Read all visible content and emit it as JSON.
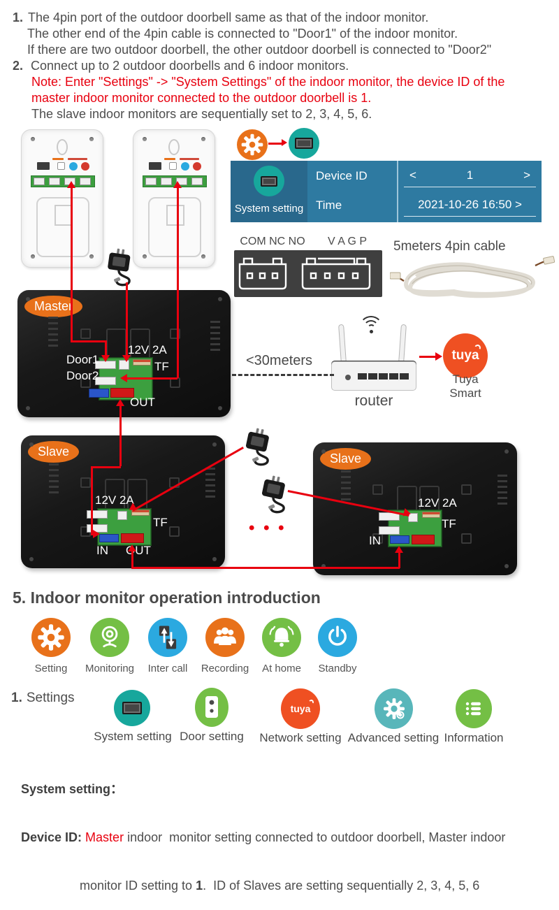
{
  "colors": {
    "red": "#e8000f",
    "orange": "#e8711a",
    "green": "#74bf45",
    "blue": "#2ba9e0",
    "teal": "#17a79c",
    "teal-light": "#58b6ba",
    "tuya-orange": "#ef5022",
    "panel-left": "#29688c",
    "panel-right": "#2e7aa1",
    "text-dark": "#4d4d4d",
    "pcb-green": "#3c9f3f"
  },
  "instructions": {
    "lines": [
      {
        "prefix": "1.",
        "text": "The 4pin port of the outdoor doorbell same as that of the indoor monitor."
      },
      {
        "prefix": "",
        "text": "The other end of the 4pin cable is connected to \"Door1\" of the indoor monitor."
      },
      {
        "prefix": "",
        "text": "If there are two outdoor doorbell, the other outdoor doorbell is connected to \"Door2\""
      },
      {
        "prefix": "2.",
        "text": "Connect up to 2 outdoor doorbells and 6 indoor monitors."
      },
      {
        "prefix": "",
        "text": "Note: Enter \"Settings\" -> \"System Settings\" of the indoor monitor, the device ID of the",
        "red": true
      },
      {
        "prefix": "",
        "text": "master indoor monitor connected to the outdoor doorbell is 1.",
        "red": true
      },
      {
        "prefix": "",
        "text": "The slave indoor monitors are sequentially set to 2, 3, 4, 5, 6."
      }
    ]
  },
  "figure": {
    "master_badge": "Master",
    "slave_badge": "Slave",
    "labels": {
      "door1": "Door1",
      "door2": "Door2",
      "power": "12V 2A",
      "tf": "TF",
      "out": "OUT",
      "in": "IN"
    },
    "distance_label": "<30meters",
    "router_label": "router",
    "tuya_logo": "tuya",
    "tuya_label": "Tuya Smart",
    "connector_left": "COM NC NO",
    "connector_right": "V A G P",
    "cable_label": "5meters 4pin cable",
    "dots": "• • •",
    "panel": {
      "menu_label": "System setting",
      "device_label": "Device ID",
      "prev": "<",
      "device_value": "1",
      "next": ">",
      "time_label": "Time",
      "time_value": "2021-10-26 16:50 >"
    }
  },
  "section5": {
    "title": "5. Indoor monitor operation introduction",
    "icons": [
      {
        "label": "Setting",
        "icon": "gear-icon"
      },
      {
        "label": "Monitoring",
        "icon": "camera-icon"
      },
      {
        "label": "Inter call",
        "icon": "intercall-icon"
      },
      {
        "label": "Recording",
        "icon": "people-icon"
      },
      {
        "label": "At home",
        "icon": "bell-icon"
      },
      {
        "label": "Standby",
        "icon": "power-icon"
      }
    ]
  },
  "settings_row": {
    "num": "1.",
    "title": "Settings",
    "icons": [
      {
        "label": "System setting",
        "icon": "screen-icon"
      },
      {
        "label": "Door setting",
        "icon": "door-icon"
      },
      {
        "label": "Network setting",
        "icon": "tuya-icon"
      },
      {
        "label": "Advanced setting",
        "icon": "gears-icon"
      },
      {
        "label": "Information",
        "icon": "list-icon"
      }
    ]
  },
  "footer": {
    "heading": "System setting：",
    "line1_bold": "Device ID:",
    "line1_red": " Master",
    "line1_rest": " indoor  monitor setting connected to outdoor doorbell, Master indoor",
    "line2_pre": "monitor ID setting to ",
    "line2_bold": "1",
    "line2_rest": ".  ID of Slaves are setting sequentially 2, 3, 4, 5, 6"
  }
}
